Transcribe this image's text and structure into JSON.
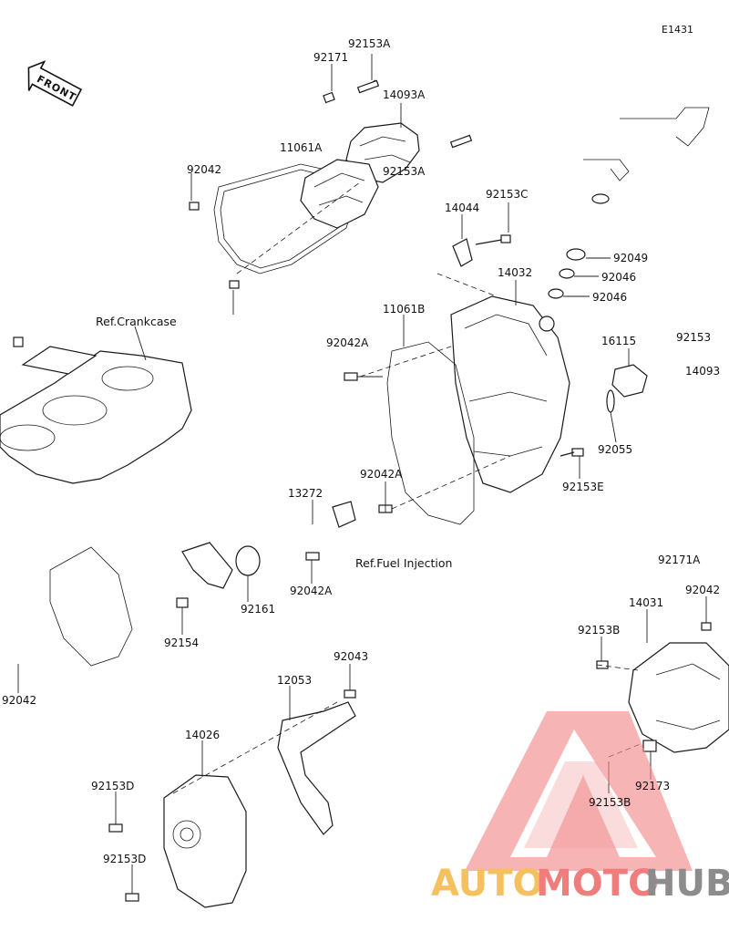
{
  "diagram": {
    "code": "E1431",
    "direction_badge": "FRONT",
    "part_labels": [
      "92153A",
      "92171",
      "14093A",
      "11061A",
      "92042",
      "92153A",
      "14044",
      "92153C",
      "92049",
      "92046",
      "92046",
      "14032",
      "11061B",
      "92042A",
      "16115",
      "92153",
      "14093",
      "92055",
      "92153E",
      "92042A",
      "13272",
      "92171A",
      "92042",
      "92161",
      "92154",
      "92042A",
      "92042",
      "14031",
      "92153B",
      "92043",
      "12053",
      "14026",
      "92153D",
      "92153D",
      "92173",
      "92153B"
    ],
    "ref_labels": [
      "Ref.Crankcase",
      "Ref.Fuel Injection"
    ]
  },
  "watermark": {
    "brand_part1": "AUTO",
    "brand_part2": "MOTO",
    "brand_part3": "HUB",
    "colors": {
      "auto": "#f5c15e",
      "moto": "#f07c7c",
      "hub": "#8c8c8c",
      "triangle": "#f28a8a"
    }
  }
}
